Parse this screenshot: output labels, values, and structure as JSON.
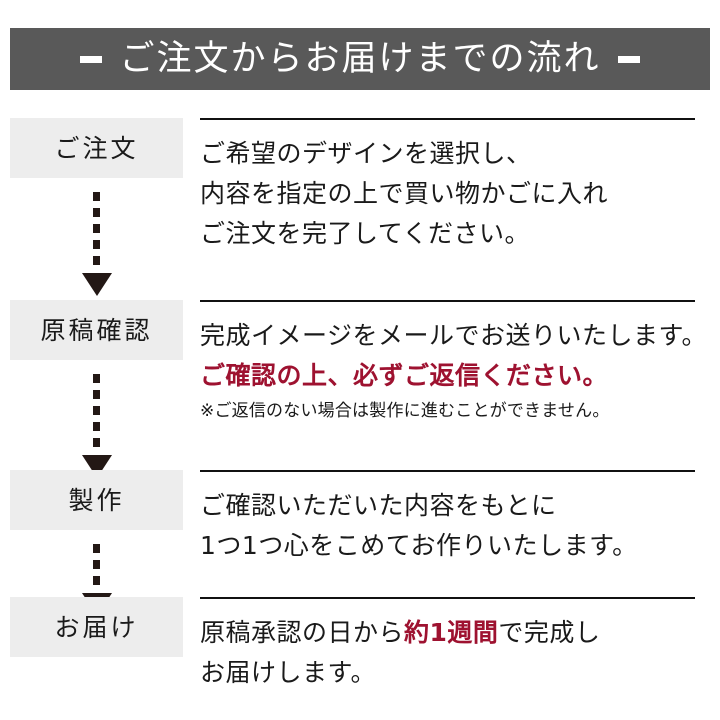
{
  "header": {
    "left_dash": "–",
    "right_dash": "–",
    "title": "ご注文からお届けまでの流れ",
    "background_color": "#595959",
    "text_color": "#ffffff"
  },
  "theme": {
    "accent_red": "#9e1230",
    "badge_background": "#ededed",
    "text_color": "#1a1a1a",
    "arrow_color": "#231815",
    "divider_color": "#111111"
  },
  "steps": [
    {
      "badge": "ご注文",
      "lines": [
        {
          "text": "ご希望のデザインを選択し、",
          "style": "normal"
        },
        {
          "text": "内容を指定の上で買い物かごに入れ",
          "style": "normal"
        },
        {
          "text": "ご注文を完了してください。",
          "style": "normal"
        }
      ],
      "connector": {
        "dashes": 5,
        "arrow": "down-triangle"
      }
    },
    {
      "badge": "原稿確認",
      "lines": [
        {
          "text": "完成イメージをメールでお送りいたします。",
          "style": "normal"
        },
        {
          "text": "ご確認の上、必ずご返信ください。",
          "style": "emphasis"
        },
        {
          "text": "※ご返信のない場合は製作に進むことができません。",
          "style": "note"
        }
      ],
      "connector": {
        "dashes": 5,
        "arrow": "down-triangle"
      }
    },
    {
      "badge": "製作",
      "lines": [
        {
          "text": "ご確認いただいた内容をもとに",
          "style": "normal"
        },
        {
          "text": "1つ1つ心をこめてお作りいたします。",
          "style": "normal"
        }
      ],
      "connector": {
        "dashes": 3,
        "arrow": "down-triangle"
      }
    },
    {
      "badge": "お届け",
      "lines": [
        {
          "style": "mixed",
          "segments": [
            {
              "text": "原稿承認の日から",
              "emphasis": false
            },
            {
              "text": "約1週間",
              "emphasis": true
            },
            {
              "text": "で完成し",
              "emphasis": false
            }
          ]
        },
        {
          "text": "お届けします。",
          "style": "normal"
        }
      ],
      "connector": null
    }
  ]
}
